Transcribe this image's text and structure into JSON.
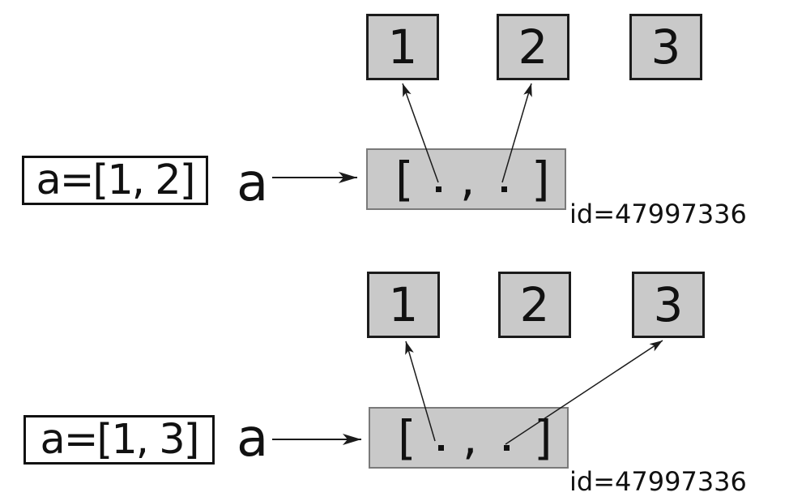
{
  "colors": {
    "cell_fill": "#c9c9c9",
    "cell_border": "#1b1b1b",
    "list_border": "#7a7a7a",
    "arrow": "#1b1b1b"
  },
  "diagrams": [
    {
      "statement": "a=[1, 2]",
      "variable": "a",
      "cells": [
        "1",
        "2",
        "3"
      ],
      "list": {
        "open": "[",
        "comma": ",",
        "close": "]"
      },
      "id_label": "id=47997336",
      "points_to": [
        "1",
        "2"
      ]
    },
    {
      "statement": "a=[1, 3]",
      "variable": "a",
      "cells": [
        "1",
        "2",
        "3"
      ],
      "list": {
        "open": "[",
        "comma": ",",
        "close": "]"
      },
      "id_label": "id=47997336",
      "points_to": [
        "1",
        "3"
      ]
    }
  ]
}
